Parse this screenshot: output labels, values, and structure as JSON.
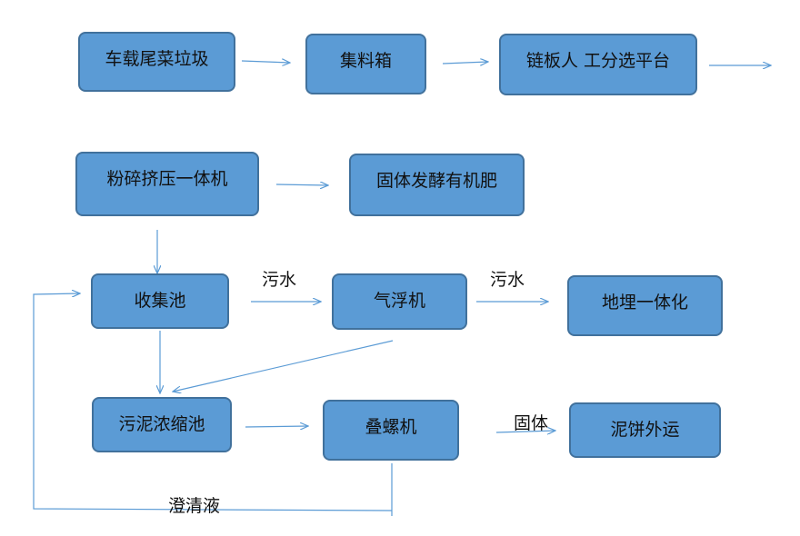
{
  "nodes": {
    "waste": "车载尾菜垃圾",
    "bin": "集料箱",
    "sorting": "链板人  工分选平台",
    "crusher": "粉碎挤压一体机",
    "fertilizer": "固体发酵有机肥",
    "collection_pool": "收集池",
    "flotation": "气浮机",
    "buried": "地埋一体化",
    "sludge_tank": "污泥浓缩池",
    "screw_press": "叠螺机",
    "cake": "泥饼外运"
  },
  "edge_labels": {
    "wastewater_1": "污水",
    "wastewater_2": "污水",
    "solid": "固体",
    "clarified": "澄清液"
  },
  "colors": {
    "box_fill": "#5b9bd5",
    "box_border": "#41719c",
    "line": "#5b9bd5"
  }
}
